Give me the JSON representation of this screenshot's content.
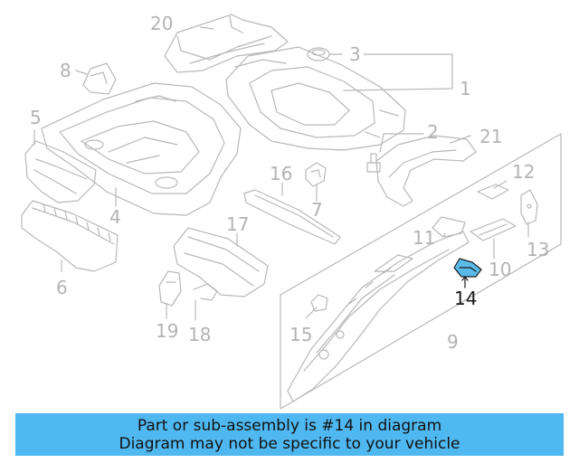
{
  "callouts": {
    "c1": "1",
    "c2": "2",
    "c3": "3",
    "c4": "4",
    "c5": "5",
    "c6": "6",
    "c7": "7",
    "c8": "8",
    "c9": "9",
    "c10": "10",
    "c11": "11",
    "c12": "12",
    "c13": "13",
    "c14": "14",
    "c15": "15",
    "c16": "16",
    "c17": "17",
    "c18": "18",
    "c19": "19",
    "c20": "20",
    "c21": "21"
  },
  "highlight_part": "14",
  "colors": {
    "line": "#b8b8b8",
    "highlight_line": "#1a1a1a",
    "highlight_fill": "#5bbbe8",
    "banner": "#4fb8f0"
  },
  "banner": {
    "line1": "Part or sub-assembly is #14 in diagram",
    "line2": "Diagram may not be specific to your vehicle"
  }
}
